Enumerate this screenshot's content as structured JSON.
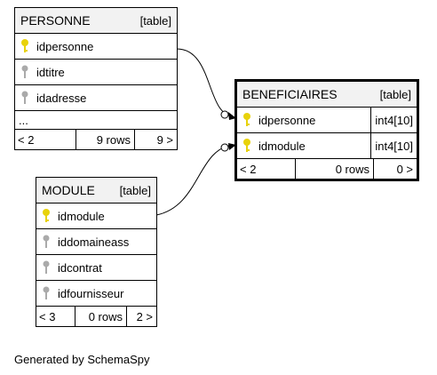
{
  "tables": {
    "personne": {
      "name": "PERSONNE",
      "tag": "[table]",
      "columns": [
        {
          "name": "idpersonne",
          "key": "primary"
        },
        {
          "name": "idtitre",
          "key": "foreign"
        },
        {
          "name": "idadresse",
          "key": "foreign"
        }
      ],
      "ellipsis": "...",
      "footer": {
        "parents": "< 2",
        "rows": "9 rows",
        "children": "9 >"
      }
    },
    "beneficiaires": {
      "name": "BENEFICIAIRES",
      "tag": "[table]",
      "columns": [
        {
          "name": "idpersonne",
          "type": "int4[10]",
          "key": "primary"
        },
        {
          "name": "idmodule",
          "type": "int4[10]",
          "key": "primary"
        }
      ],
      "footer": {
        "parents": "< 2",
        "rows": "0 rows",
        "children": "0 >"
      }
    },
    "module": {
      "name": "MODULE",
      "tag": "[table]",
      "columns": [
        {
          "name": "idmodule",
          "key": "primary"
        },
        {
          "name": "iddomaineass",
          "key": "foreign"
        },
        {
          "name": "idcontrat",
          "key": "foreign"
        },
        {
          "name": "idfournisseur",
          "key": "foreign"
        }
      ],
      "footer": {
        "parents": "< 3",
        "rows": "0 rows",
        "children": "2 >"
      }
    }
  },
  "colors": {
    "primary_key": "#e8d20a",
    "foreign_key": "#aaaaaa",
    "line": "#000000"
  },
  "footer_text": "Generated by SchemaSpy"
}
